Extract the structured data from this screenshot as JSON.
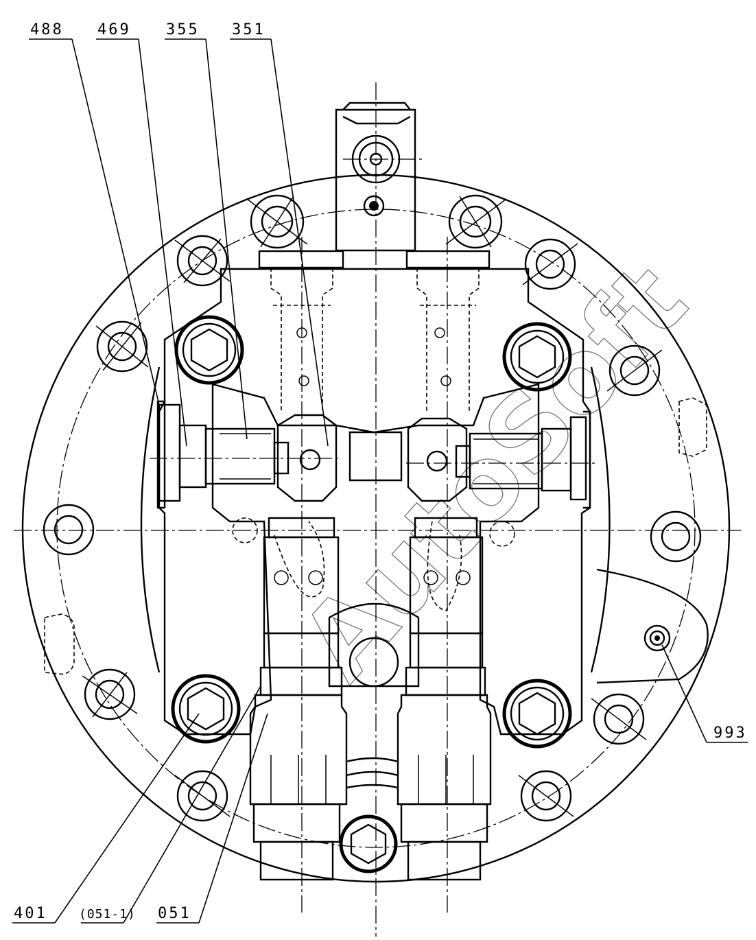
{
  "part_labels": {
    "p488": "488",
    "p469": "469",
    "p355": "355",
    "p351": "351",
    "p993": "993",
    "p401": "401",
    "p051_1": "(051-1)",
    "p051": "051"
  },
  "watermark": "AutoSoft",
  "colors": {
    "ink": "#000000",
    "paper": "#ffffff"
  }
}
